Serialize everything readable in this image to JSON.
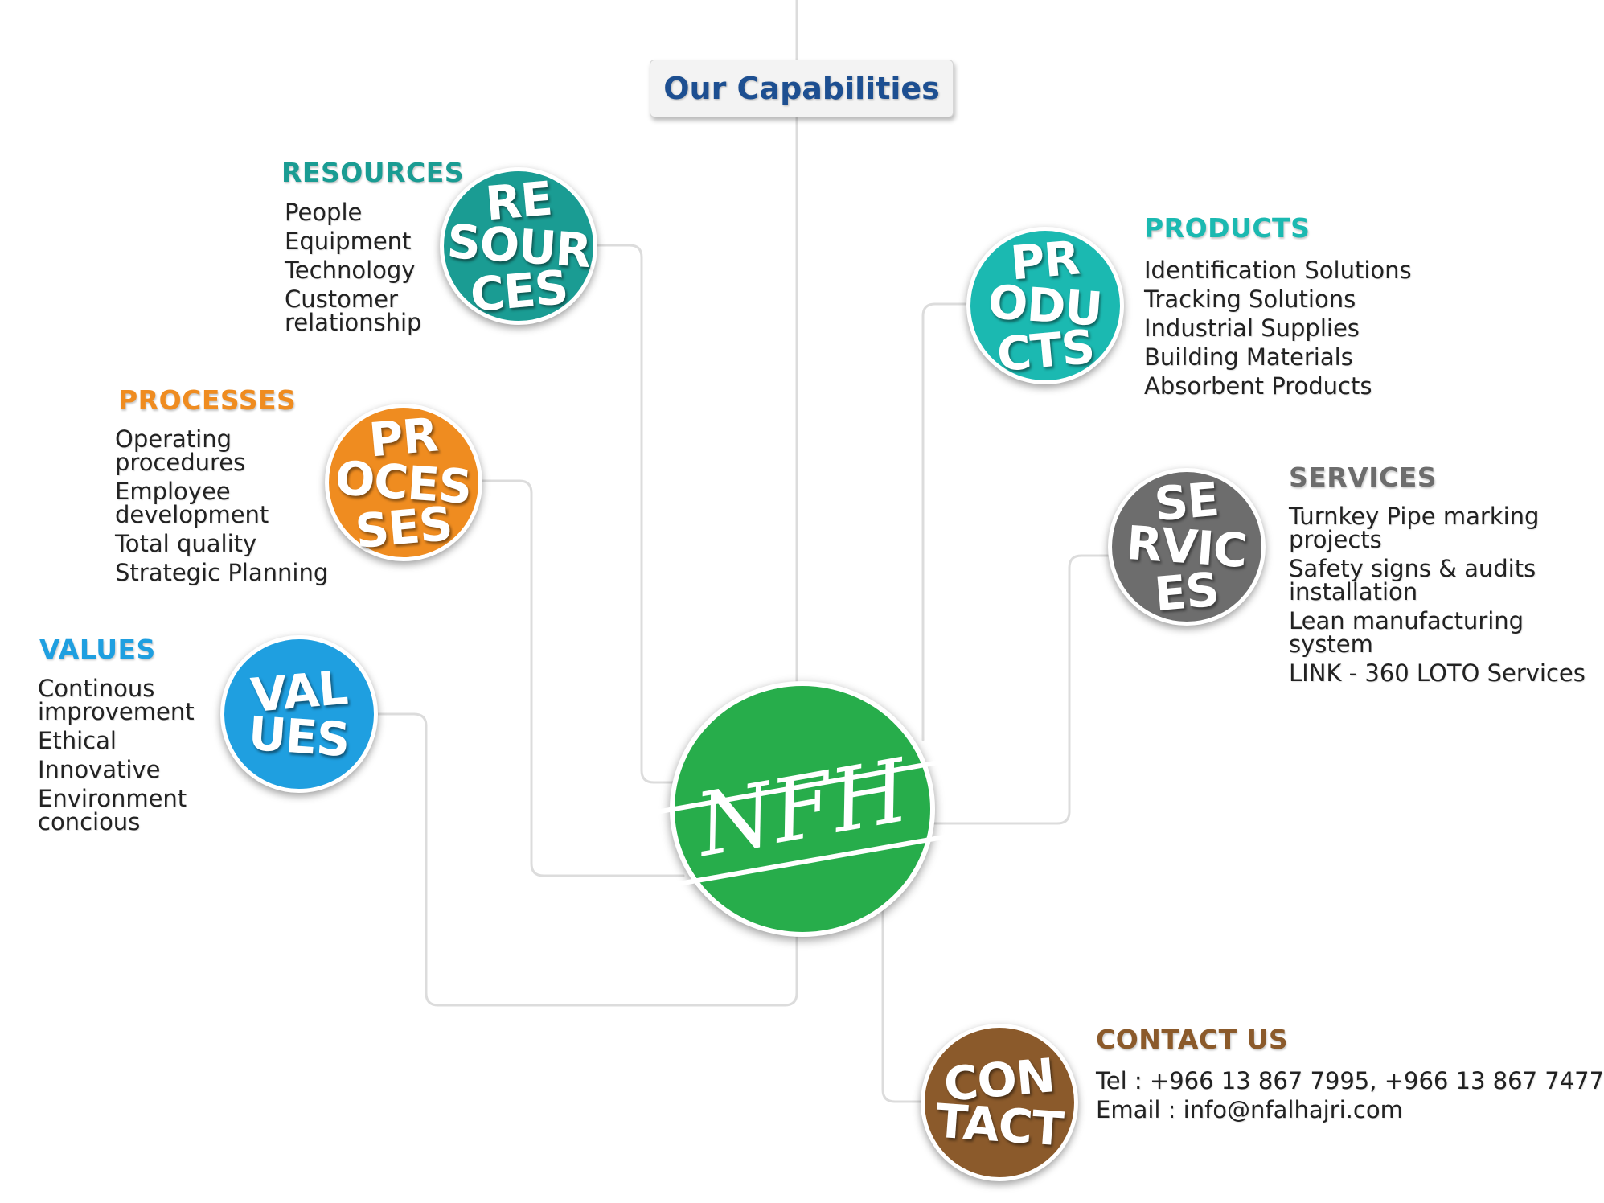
{
  "title": "Our Capabilities",
  "logo": {
    "text": "NFH",
    "color": "#27ad4b"
  },
  "sections": {
    "resources": {
      "heading": "RESOURCES",
      "color": "#1a9c93",
      "bubble_lines": [
        "RE",
        "SOUR",
        "CES"
      ],
      "items": [
        "People",
        "Equipment",
        "Technology",
        "Customer relationship"
      ]
    },
    "processes": {
      "heading": "PROCESSES",
      "color": "#ef8c20",
      "bubble_lines": [
        "PR",
        "OCES",
        "SES"
      ],
      "items": [
        "Operating procedures",
        "Employee development",
        "Total quality",
        "Strategic Planning"
      ]
    },
    "values": {
      "heading": "VALUES",
      "color": "#1f9fe0",
      "bubble_lines": [
        "VAL",
        "UES"
      ],
      "items": [
        "Continous improvement",
        "Ethical",
        "Innovative",
        "Environment concious"
      ]
    },
    "products": {
      "heading": "PRODUCTS",
      "color": "#1bb9b1",
      "bubble_lines": [
        "PR",
        "ODU",
        "CTS"
      ],
      "items": [
        "Identification Solutions",
        "Tracking Solutions",
        "Industrial Supplies",
        "Building Materials",
        "Absorbent Products"
      ]
    },
    "services": {
      "heading": "SERVICES",
      "color": "#6d6d6d",
      "bubble_lines": [
        "SE",
        "RVIC",
        "ES"
      ],
      "items": [
        "Turnkey Pipe marking projects",
        "Safety signs & audits installation",
        "Lean manufacturing system",
        "LINK - 360 LOTO Services"
      ]
    },
    "contact": {
      "heading": "CONTACT US",
      "color": "#8b5a2b",
      "bubble_lines": [
        "CON",
        "TACT"
      ],
      "items": [
        "Tel : +966 13 867 7995, +966 13 867 7477",
        "Email : info@nfalhajri.com"
      ]
    }
  }
}
